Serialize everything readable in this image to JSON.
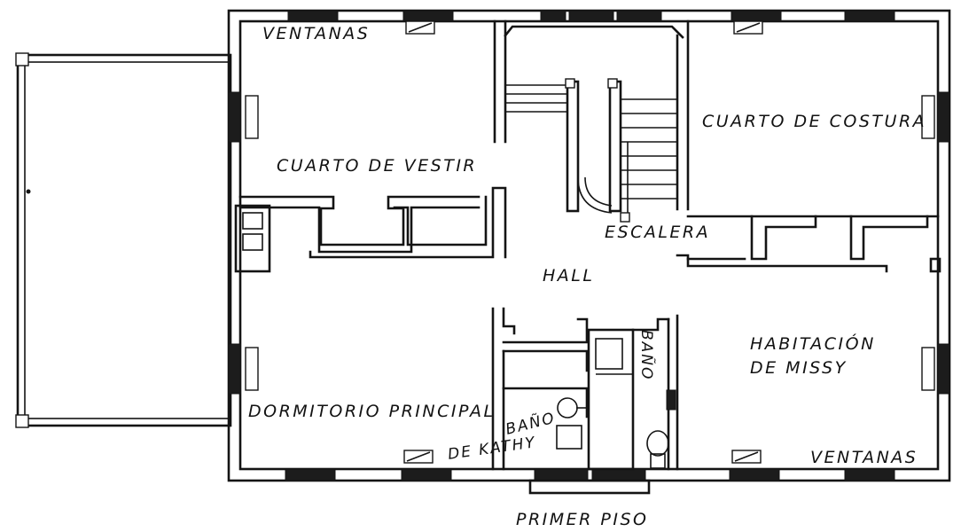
{
  "labels": {
    "windows_top": "VENTANAS",
    "windows_bottom": "VENTANAS",
    "dressing_room": "CUARTO DE VESTIR",
    "sewing_room": "CUARTO DE COSTURA",
    "stairs": "ESCALERA",
    "hall": "HALL",
    "missy_room_1": "HABITACIÓN",
    "missy_room_2": "DE MISSY",
    "master_bedroom": "DORMITORIO PRINCIPAL",
    "kathy_bath_1": "BAÑO",
    "kathy_bath_2": "DE KATHY",
    "bath": "BAÑO",
    "floor_title": "PRIMER PISO"
  },
  "colors": {
    "ink": "#141414",
    "paper": "#ffffff"
  }
}
